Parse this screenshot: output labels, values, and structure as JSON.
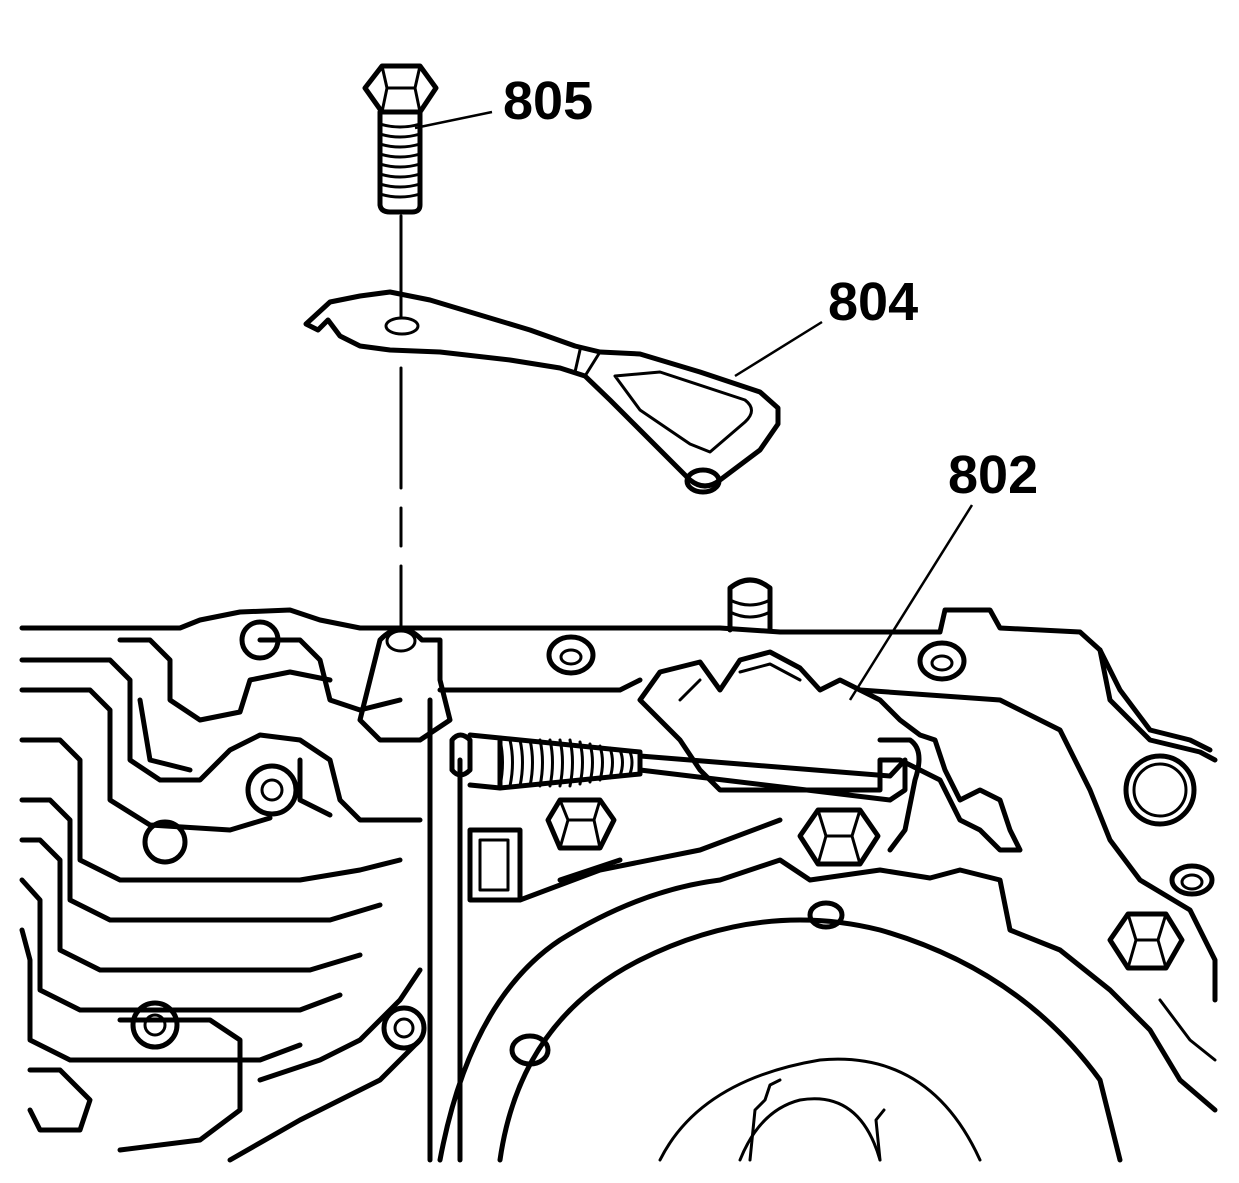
{
  "callouts": {
    "c805": "805",
    "c804": "804",
    "c802": "802"
  },
  "colors": {
    "ink": "#000000",
    "paper": "#ffffff"
  }
}
